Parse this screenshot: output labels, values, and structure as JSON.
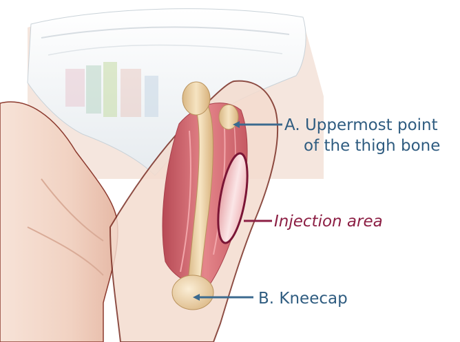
{
  "labels": {
    "a_line1": "A. Uppermost point",
    "a_line2": "of the thigh bone",
    "injection": "Injection area",
    "b": "B. Kneecap"
  },
  "colors": {
    "callout_blue": "#3b6a8f",
    "injection_maroon": "#8c1f44",
    "skin": "#f4d9cc",
    "muscle": "#d0666c",
    "bone": "#edd3a6",
    "diaper": "#eef1f4"
  }
}
